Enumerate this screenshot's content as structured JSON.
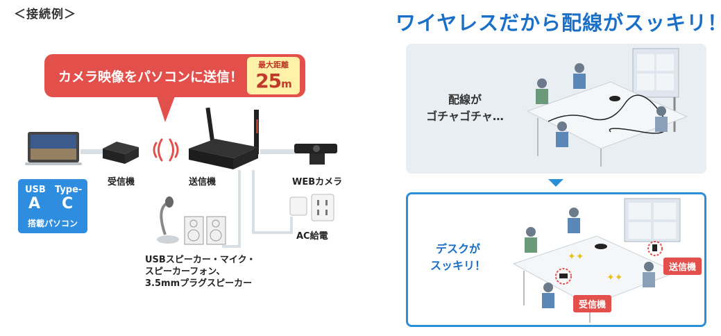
{
  "section_label": "＜接続例＞",
  "headline": "ワイヤレスだから配線がスッキリ！",
  "callout": {
    "text": "カメラ映像をパソコンに送信！",
    "badge_small": "最大距離",
    "badge_value": "25",
    "badge_unit": "m"
  },
  "devices": {
    "receiver": "受信機",
    "transmitter": "送信機",
    "webcam": "WEBカメラ",
    "ac": "AC給電"
  },
  "pc_box": {
    "usb": "USB",
    "a": "A",
    "type": "Type-",
    "c": "C",
    "label": "搭載パソコン"
  },
  "peripherals": {
    "line1": "USBスピーカー・マイク・",
    "line2": "スピーカーフォン、",
    "line3": "3.5mmプラグスピーカー"
  },
  "panel_top": {
    "line1": "配線が",
    "line2": "ゴチャゴチャ…"
  },
  "panel_bottom": {
    "line1": "デスクが",
    "line2": "スッキリ！",
    "tag_tx": "送信機",
    "tag_rx": "受信機"
  },
  "colors": {
    "accent_blue": "#1a6fc7",
    "callout_red": "#e3504b",
    "badge_yellow": "#fff1a8",
    "usb_box_blue": "#2f8de0"
  }
}
